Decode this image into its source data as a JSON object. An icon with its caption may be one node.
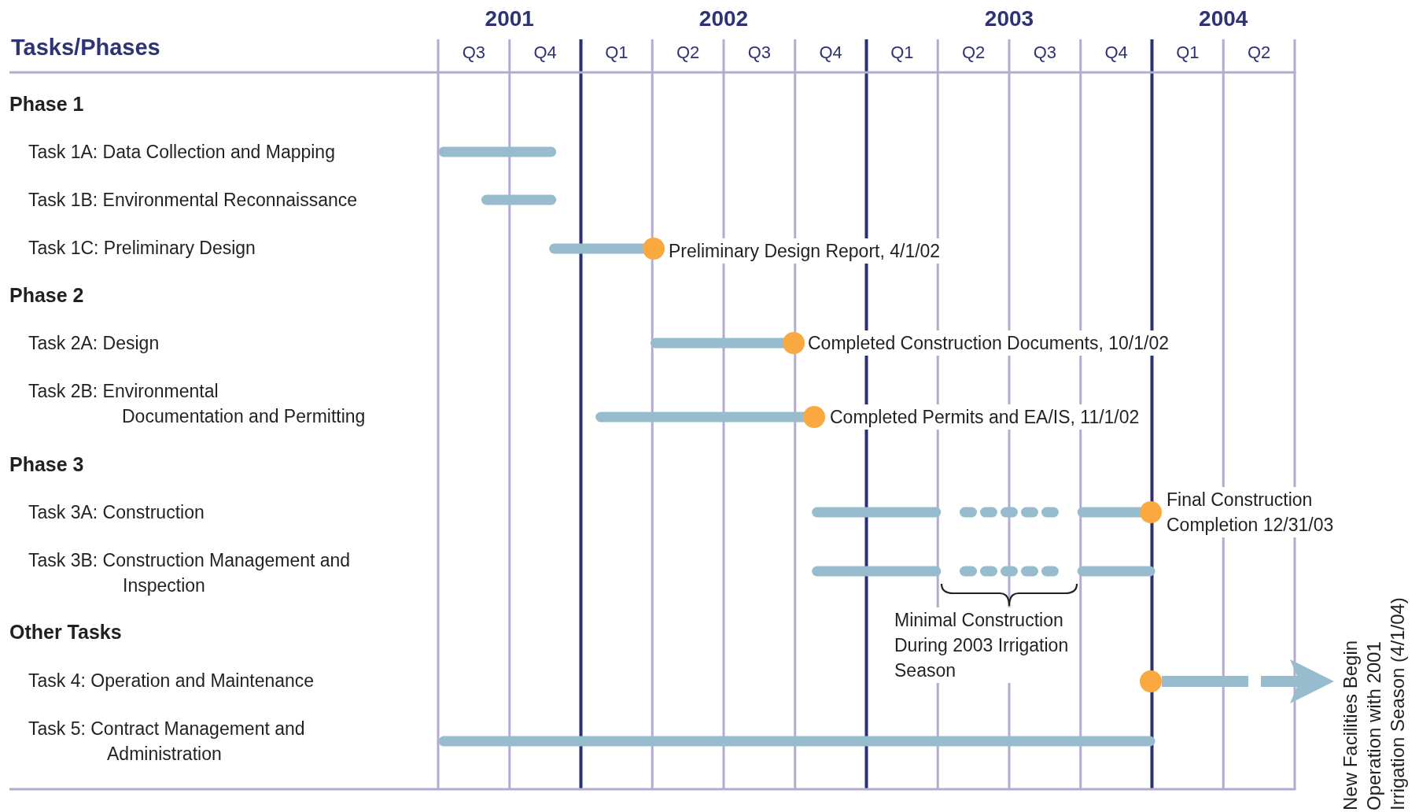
{
  "diagram": {
    "nodes": [
      {
        "text": [],
        "shape": "circle",
        "beside": [
          "Preliminary Design Report, 4/1/02"
        ]
      },
      {
        "text": [],
        "shape": "circle",
        "beside": [
          "Completed Construction Documents, 10/1/02"
        ]
      },
      {
        "text": [],
        "shape": "circle",
        "beside": [
          "Completed Permits and EA/IS, 11/1/02"
        ]
      },
      {
        "text": [],
        "shape": "circle",
        "beside": [
          "Final Construction Completion 12/31/03"
        ]
      },
      {
        "text": [],
        "shape": "circle"
      },
      {
        "text": [
          "New Facilities Begin Operation with 2001 Irrigation Season (4/1/04)"
        ]
      }
    ],
    "edges": [
      {
        "from": 4,
        "to": 5,
        "arrow": "to"
      }
    ],
    "labels": [
      "Tasks/Phases",
      "2001",
      "2002",
      "2003",
      "2004",
      "Q3",
      "Q4",
      "Q1",
      "Q2",
      "Q3",
      "Q4",
      "Q1",
      "Q2",
      "Q3",
      "Q4",
      "Q1",
      "Q2",
      "Phase 1",
      "Task 1A: Data Collection and Mapping",
      "Task 1B: Environmental Reconnaissance",
      "Task 1C: Preliminary Design",
      "Phase 2",
      "Task 2A: Design",
      "Task 2B: Environmental Documentation and Permitting",
      "Phase 3",
      "Task 3A: Construction",
      "Task 3B: Construction Management and Inspection",
      "Other Tasks",
      "Task 4: Operation and Maintenance",
      "Task 5: Contract Management and Administration",
      "Minimal Construction During 2003 Irrigation Season"
    ]
  }
}
